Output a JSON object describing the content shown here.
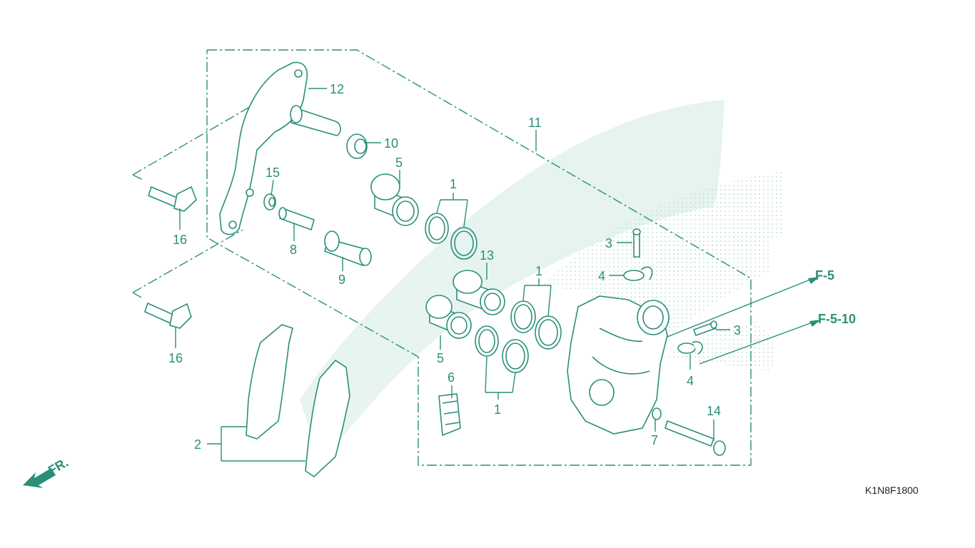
{
  "callouts": {
    "c1a": "1",
    "c1b": "1",
    "c1c": "1",
    "c2": "2",
    "c3a": "3",
    "c3b": "3",
    "c4a": "4",
    "c4b": "4",
    "c5a": "5",
    "c5b": "5",
    "c6": "6",
    "c7": "7",
    "c8": "8",
    "c9": "9",
    "c10": "10",
    "c11": "11",
    "c12": "12",
    "c13": "13",
    "c14": "14",
    "c15": "15",
    "c16a": "16",
    "c16b": "16"
  },
  "references": {
    "f5": "F-5",
    "f510": "F-5-10"
  },
  "front_indicator": "FR.",
  "diagram_code": "K1N8F1800",
  "colors": {
    "line": "#2a8f7a",
    "watermark": "#c9e6dc",
    "background": "#ffffff"
  }
}
